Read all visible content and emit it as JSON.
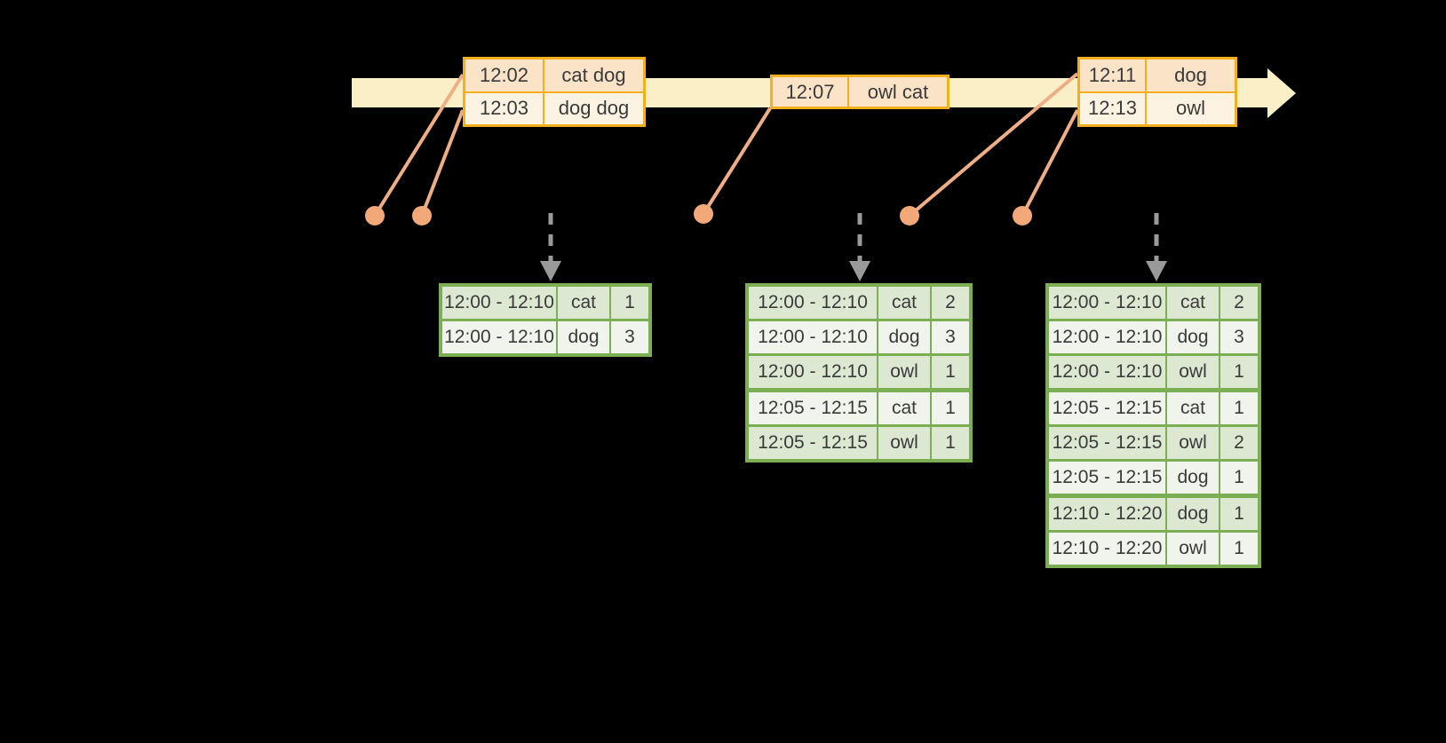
{
  "colors": {
    "background": "#000000",
    "timeline_band": "#FBEFC7",
    "event_border": "#F2B01E",
    "event_row_dark": "#FAE3C7",
    "event_row_light": "#FDF3E2",
    "table_border": "#7CAF53",
    "table_row_dark": "#DDE8D3",
    "table_row_light": "#F1F4EC",
    "connector_dot": "#F2A878",
    "connector_line": "#EFAE85",
    "dashed_arrow": "#9A9A9A",
    "text": "#3A3A3A"
  },
  "timeline": {
    "events": [
      {
        "name": "event-batch-1",
        "rows": [
          {
            "time": "12:02",
            "words": "cat dog"
          },
          {
            "time": "12:03",
            "words": "dog dog"
          }
        ]
      },
      {
        "name": "event-batch-2",
        "rows": [
          {
            "time": "12:07",
            "words": "owl cat"
          }
        ]
      },
      {
        "name": "event-batch-3",
        "rows": [
          {
            "time": "12:11",
            "words": "dog"
          },
          {
            "time": "12:13",
            "words": "owl"
          }
        ]
      }
    ]
  },
  "result_tables": [
    {
      "name": "result-table-1",
      "rows": [
        {
          "window": "12:00 - 12:10",
          "word": "cat",
          "count": "1"
        },
        {
          "window": "12:00 - 12:10",
          "word": "dog",
          "count": "3"
        }
      ]
    },
    {
      "name": "result-table-2",
      "rows": [
        {
          "window": "12:00 - 12:10",
          "word": "cat",
          "count": "2"
        },
        {
          "window": "12:00 - 12:10",
          "word": "dog",
          "count": "3"
        },
        {
          "window": "12:00 - 12:10",
          "word": "owl",
          "count": "1"
        },
        {
          "window": "12:05 - 12:15",
          "word": "cat",
          "count": "1",
          "group_start": true
        },
        {
          "window": "12:05 - 12:15",
          "word": "owl",
          "count": "1"
        }
      ]
    },
    {
      "name": "result-table-3",
      "rows": [
        {
          "window": "12:00 - 12:10",
          "word": "cat",
          "count": "2"
        },
        {
          "window": "12:00 - 12:10",
          "word": "dog",
          "count": "3"
        },
        {
          "window": "12:00 - 12:10",
          "word": "owl",
          "count": "1"
        },
        {
          "window": "12:05 - 12:15",
          "word": "cat",
          "count": "1",
          "group_start": true
        },
        {
          "window": "12:05 - 12:15",
          "word": "owl",
          "count": "2"
        },
        {
          "window": "12:05 - 12:15",
          "word": "dog",
          "count": "1"
        },
        {
          "window": "12:10 - 12:20",
          "word": "dog",
          "count": "1",
          "group_start": true
        },
        {
          "window": "12:10 - 12:20",
          "word": "owl",
          "count": "1"
        }
      ]
    }
  ]
}
